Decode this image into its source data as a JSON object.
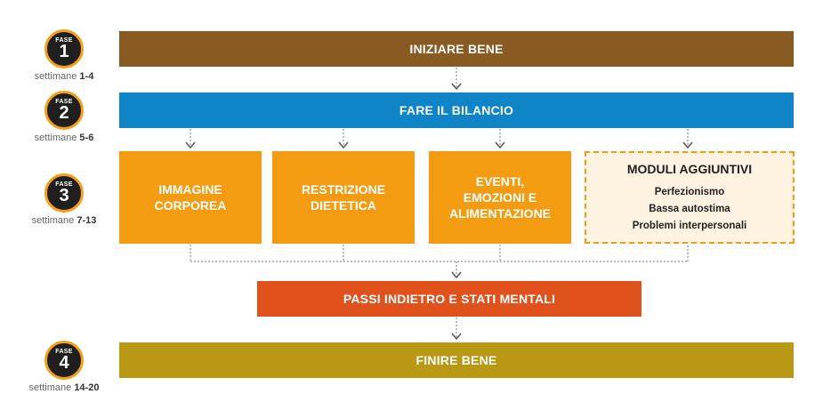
{
  "phases": [
    {
      "fase": "FASE",
      "number": "1",
      "weeks_prefix": "settimane",
      "weeks": "1-4"
    },
    {
      "fase": "FASE",
      "number": "2",
      "weeks_prefix": "settimane",
      "weeks": "5-6"
    },
    {
      "fase": "FASE",
      "number": "3",
      "weeks_prefix": "settimane",
      "weeks": "7-13"
    },
    {
      "fase": "FASE",
      "number": "4",
      "weeks_prefix": "settimane",
      "weeks": "14-20"
    }
  ],
  "bars": {
    "start": "INIZIARE BENE",
    "review": "FARE IL BILANCIO",
    "setbacks": "PASSI INDIETRO E STATI MENTALI",
    "finish": "FINIRE BENE"
  },
  "modules": {
    "body_image": "IMMAGINE\nCORPOREA",
    "dietary_restraint": "RESTRIZIONE\nDIETETICA",
    "events": "EVENTI,\nEMOZIONI E\nALIMENTAZIONE",
    "additional": {
      "title": "MODULI AGGIUNTIVI",
      "items": [
        "Perfezionismo",
        "Bassa autostima",
        "Problemi interpersonali"
      ]
    }
  },
  "colors": {
    "start": "#8a5a23",
    "review": "#0f84c6",
    "module": "#f39c12",
    "setbacks": "#e0511c",
    "finish": "#b99813",
    "circle_ring": "#f5a01a"
  }
}
